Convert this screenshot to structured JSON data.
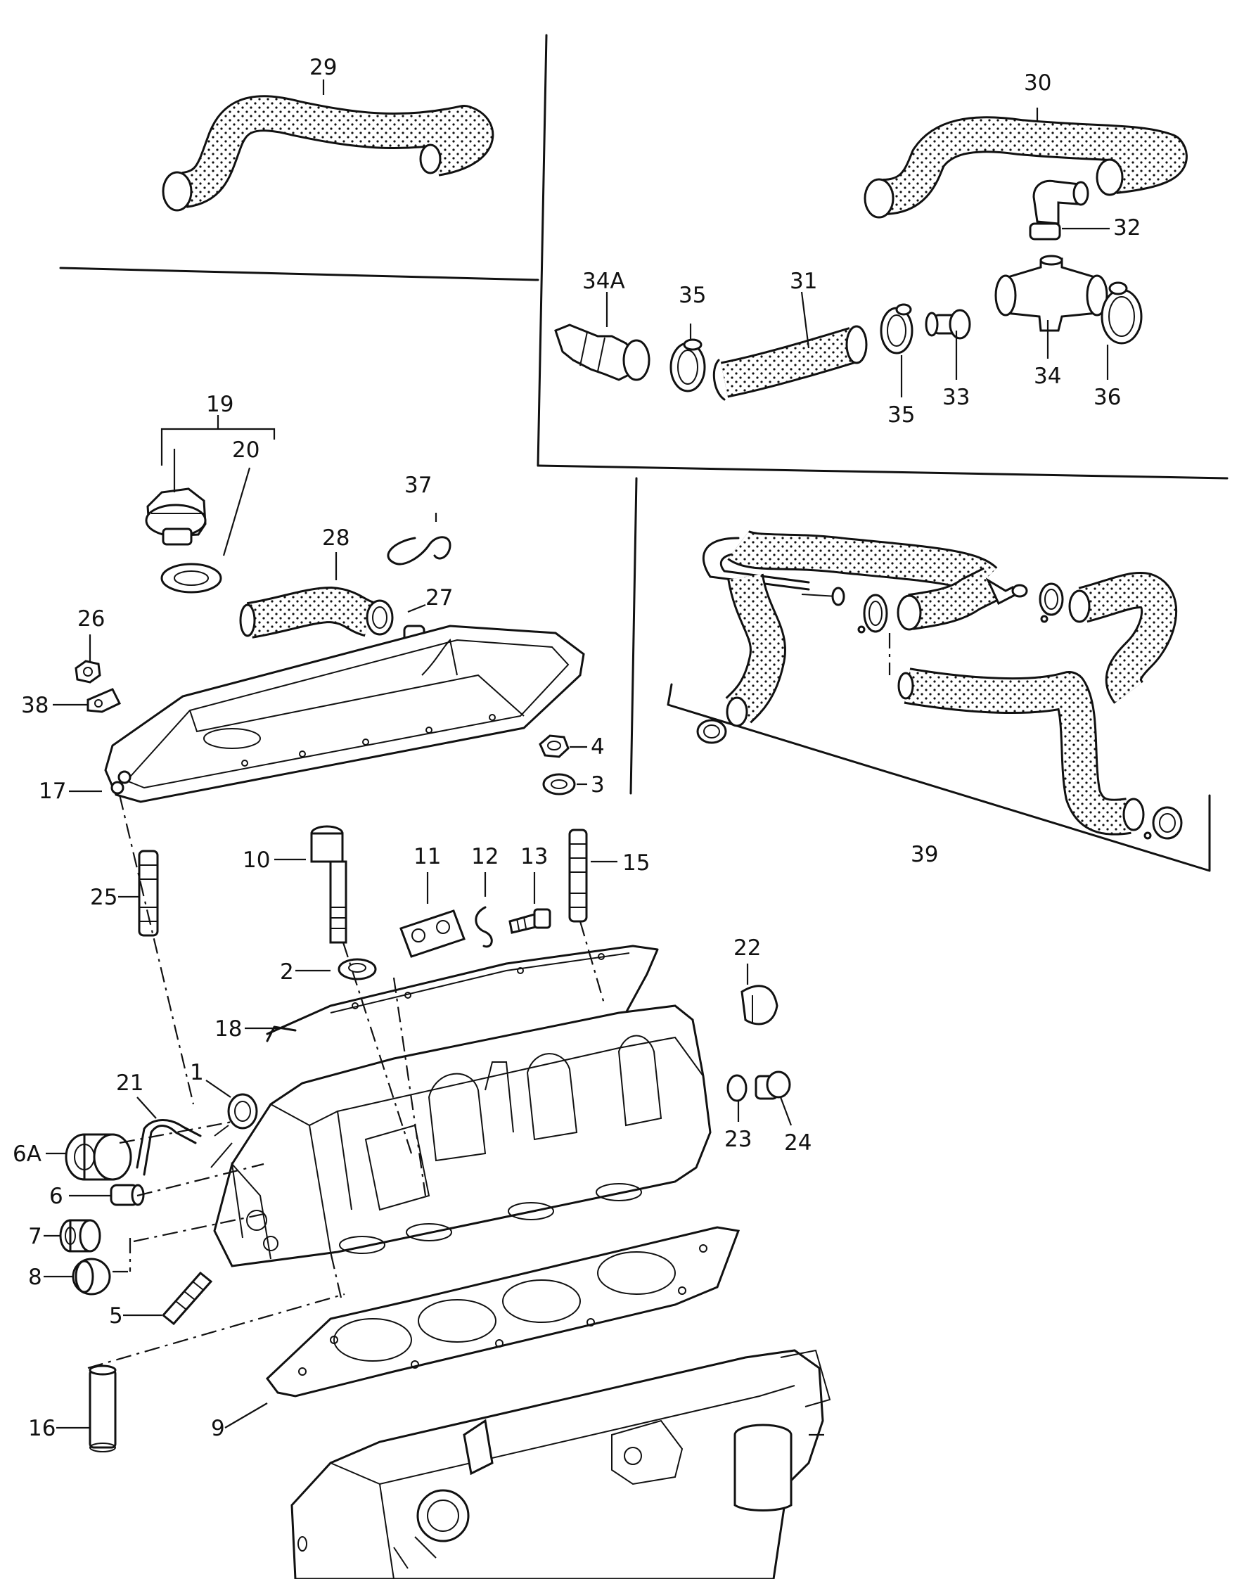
{
  "callouts": {
    "c1": "1",
    "c2": "2",
    "c3": "3",
    "c4": "4",
    "c5": "5",
    "c6": "6",
    "c6a": "6A",
    "c7": "7",
    "c8": "8",
    "c9": "9",
    "c10": "10",
    "c11": "11",
    "c12": "12",
    "c13": "13",
    "c15": "15",
    "c16": "16",
    "c17": "17",
    "c18": "18",
    "c19": "19",
    "c20": "20",
    "c21": "21",
    "c22": "22",
    "c23": "23",
    "c24": "24",
    "c25": "25",
    "c26": "26",
    "c27": "27",
    "c28": "28",
    "c29": "29",
    "c30": "30",
    "c31": "31",
    "c32": "32",
    "c33": "33",
    "c34": "34",
    "c34a": "34A",
    "c35a": "35",
    "c35b": "35",
    "c36": "36",
    "c37": "37",
    "c38": "38",
    "c39": "39"
  }
}
